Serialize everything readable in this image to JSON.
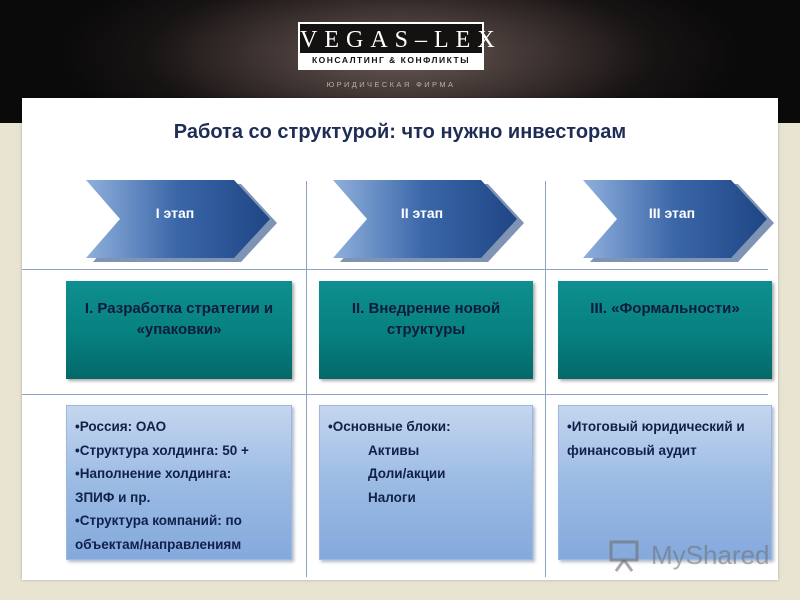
{
  "header": {
    "logo_name": "VEGAS–LEX",
    "logo_tagline": "КОНСАЛТИНГ & КОНФЛИКТЫ",
    "logo_subtitle": "ЮРИДИЧЕСКАЯ ФИРМА"
  },
  "slide": {
    "title": "Работа со структурой: что нужно инвесторам"
  },
  "stages": [
    {
      "arrow_label": "I этап",
      "heading": "I. Разработка стратегии и «упаковки»",
      "items": [
        "•Россия: ОАО",
        "•Структура холдинга: 50 +",
        "•Наполнение холдинга:",
        "ЗПИФ и пр.",
        "•Структура компаний: по",
        "объектам/направлениям"
      ]
    },
    {
      "arrow_label": "II этап",
      "heading": "II. Внедрение новой структуры",
      "items": [
        "•Основные блоки:",
        "Активы",
        "Доли/акции",
        "Налоги"
      ]
    },
    {
      "arrow_label": "III этап",
      "heading": "III. «Формальности»",
      "items": [
        "•Итоговый юридический и",
        "финансовый аудит"
      ]
    }
  ],
  "watermark": {
    "text": "MyShared",
    "icon": "presentation-board-icon"
  },
  "colors": {
    "arrow": "#3a66a8",
    "teal_box": "#078080",
    "blue_box": "#9bbbe3",
    "title": "#1f2d56"
  }
}
